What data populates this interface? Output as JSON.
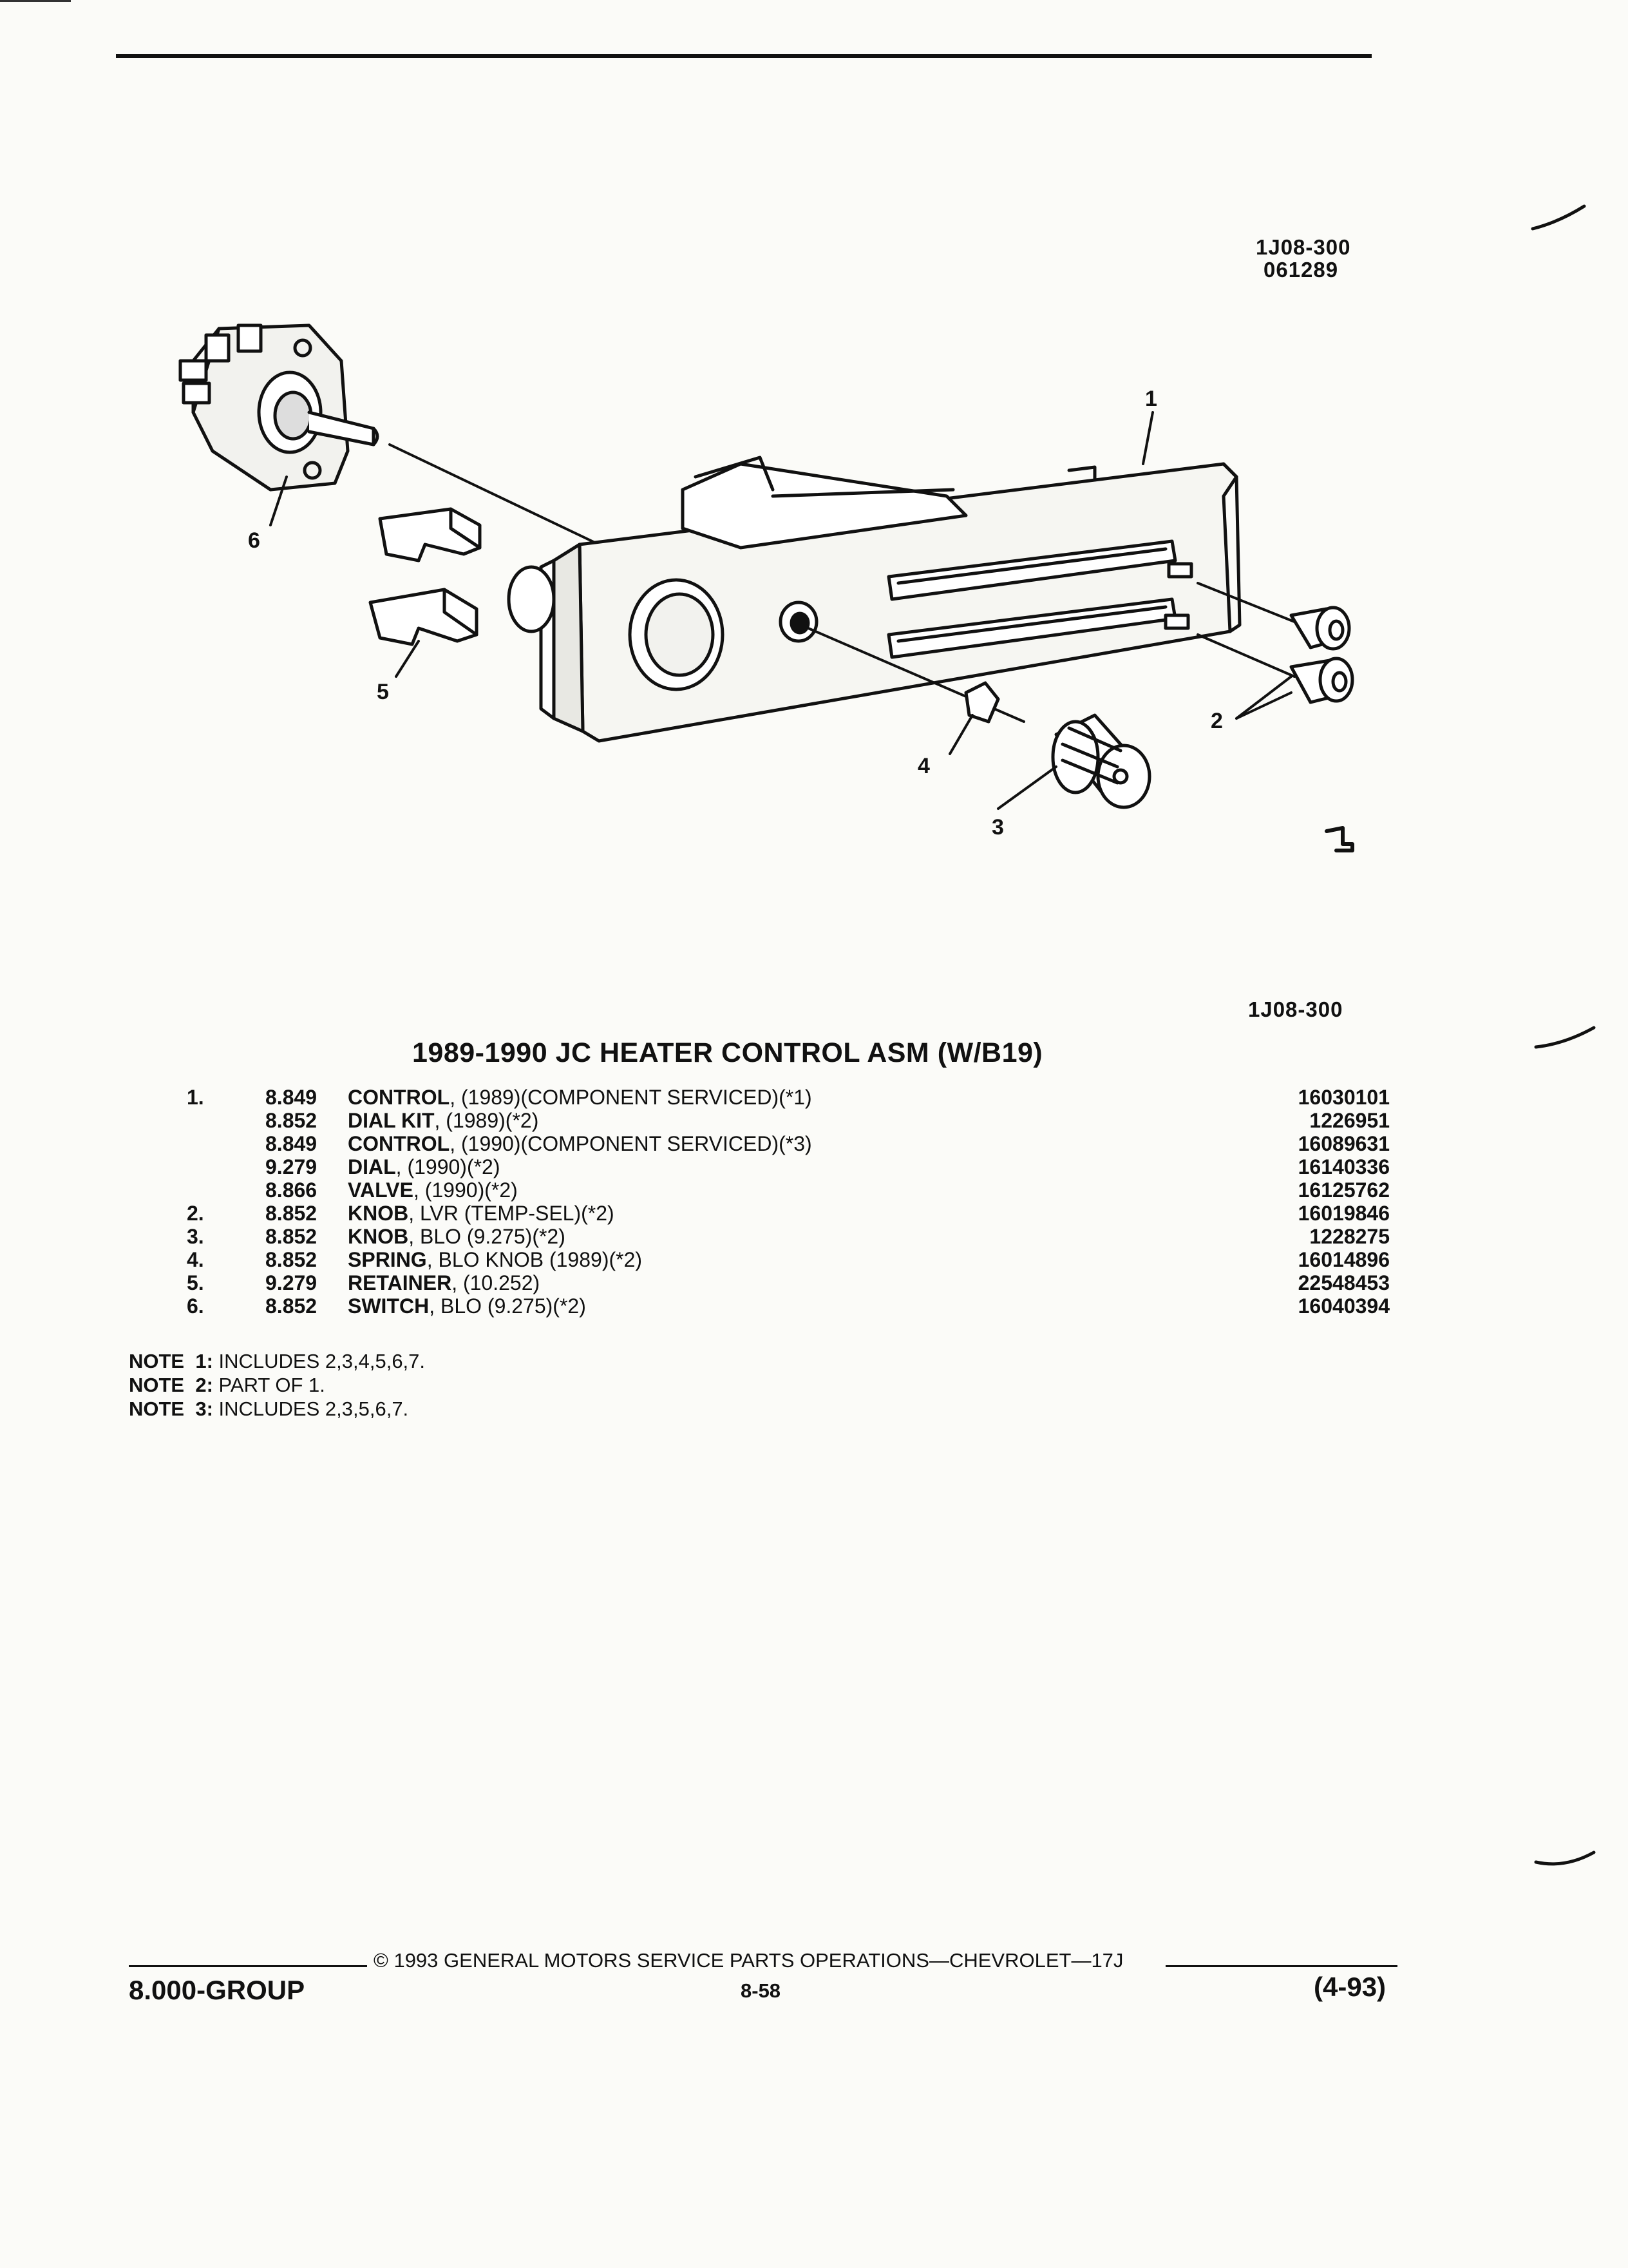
{
  "header": {
    "code": "1J08-300",
    "date_code": "061289"
  },
  "diagram": {
    "callouts": [
      "1",
      "2",
      "3",
      "4",
      "5",
      "6"
    ],
    "ref_code": "1J08-300"
  },
  "title": "1989-1990 JC HEATER CONTROL ASM (W/B19)",
  "parts": [
    {
      "item": "1.",
      "code": "8.849",
      "name": "CONTROL",
      "detail": ", (1989)(COMPONENT SERVICED)(*1)",
      "number": "16030101"
    },
    {
      "item": "",
      "code": "8.852",
      "name": "DIAL KIT",
      "detail": ", (1989)(*2)",
      "number": "1226951"
    },
    {
      "item": "",
      "code": "8.849",
      "name": "CONTROL",
      "detail": ", (1990)(COMPONENT SERVICED)(*3)",
      "number": "16089631"
    },
    {
      "item": "",
      "code": "9.279",
      "name": "DIAL",
      "detail": ", (1990)(*2)",
      "number": "16140336"
    },
    {
      "item": "",
      "code": "8.866",
      "name": "VALVE",
      "detail": ", (1990)(*2)",
      "number": "16125762"
    },
    {
      "item": "2.",
      "code": "8.852",
      "name": "KNOB",
      "detail": ", LVR (TEMP-SEL)(*2)",
      "number": "16019846"
    },
    {
      "item": "3.",
      "code": "8.852",
      "name": "KNOB",
      "detail": ", BLO (9.275)(*2)",
      "number": "1228275"
    },
    {
      "item": "4.",
      "code": "8.852",
      "name": "SPRING",
      "detail": ", BLO KNOB (1989)(*2)",
      "number": "16014896"
    },
    {
      "item": "5.",
      "code": "9.279",
      "name": "RETAINER",
      "detail": ", (10.252)",
      "number": "22548453"
    },
    {
      "item": "6.",
      "code": "8.852",
      "name": "SWITCH",
      "detail": ", BLO (9.275)(*2)",
      "number": "16040394"
    }
  ],
  "notes": [
    {
      "label": "NOTE  1:",
      "text": "INCLUDES 2,3,4,5,6,7."
    },
    {
      "label": "NOTE  2:",
      "text": "PART OF 1."
    },
    {
      "label": "NOTE  3:",
      "text": "INCLUDES 2,3,5,6,7."
    }
  ],
  "footer": {
    "copyright": "© 1993 GENERAL MOTORS SERVICE PARTS OPERATIONS—CHEVROLET—17J",
    "group": "8.000-GROUP",
    "page": "8-58",
    "date": "(4-93)"
  }
}
